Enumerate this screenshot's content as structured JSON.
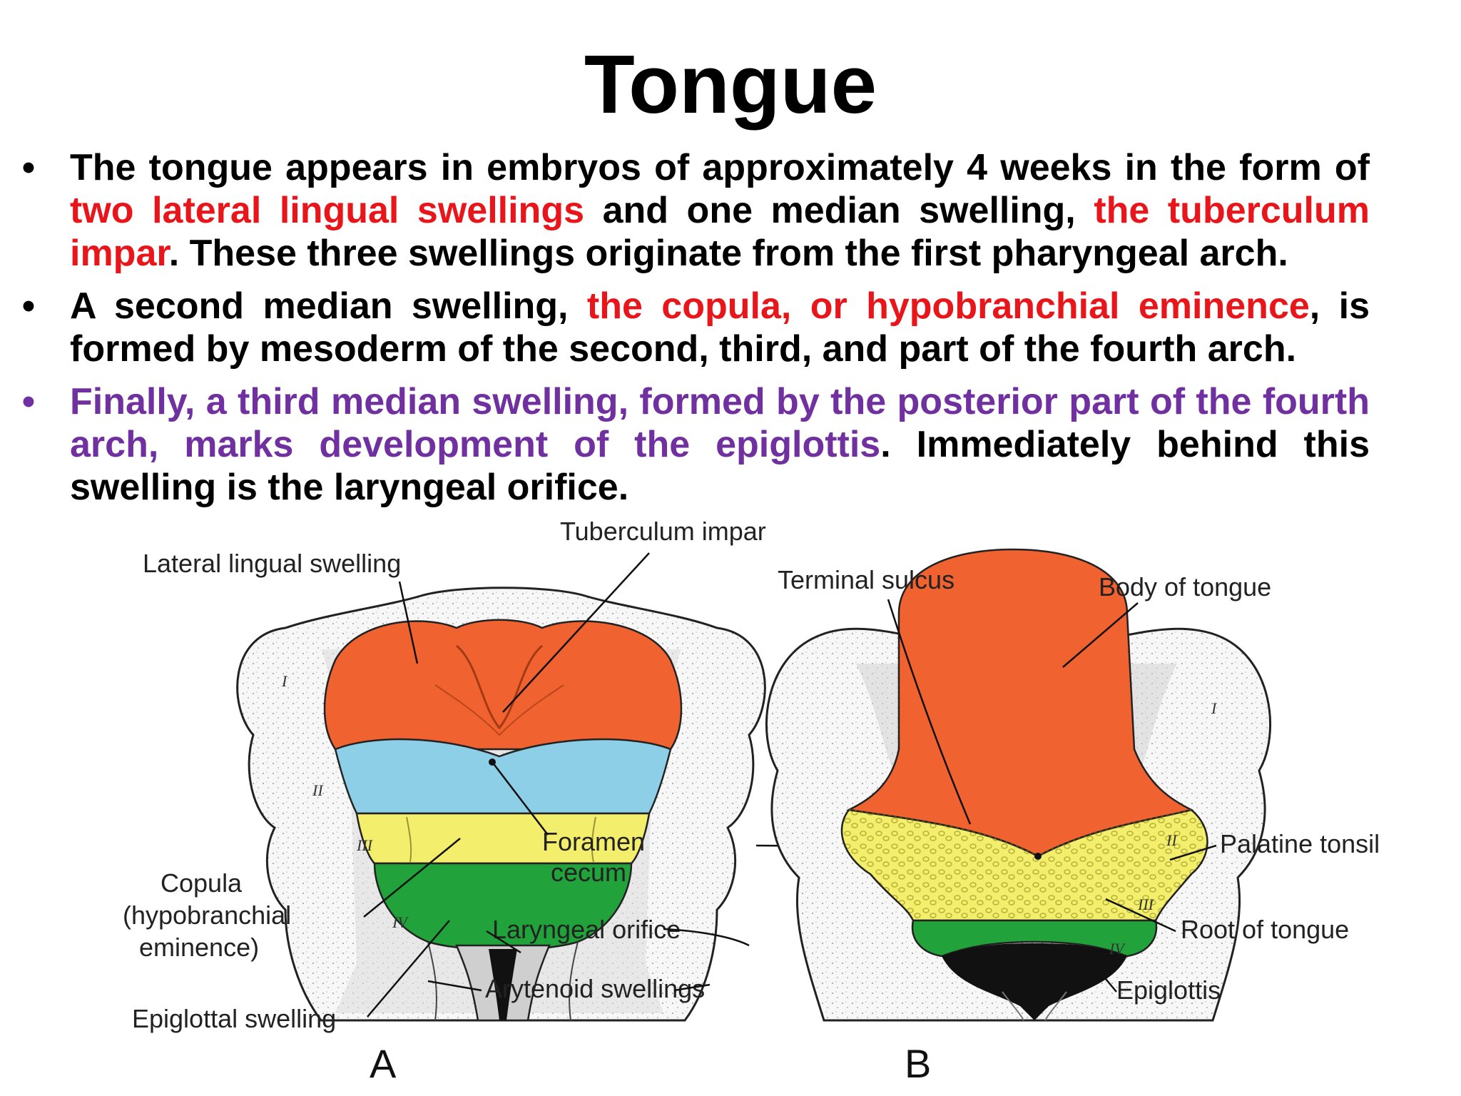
{
  "title": "Tongue",
  "bullets": [
    {
      "parts": [
        {
          "text": "The tongue appears in embryos of approximately 4 weeks in the form of ",
          "style": "normal"
        },
        {
          "text": "two lateral lingual swellings",
          "style": "red"
        },
        {
          "text": " and one median swelling, ",
          "style": "normal"
        },
        {
          "text": "the tuberculum impar",
          "style": "red"
        },
        {
          "text": ". These three swellings originate from the first pharyngeal arch.",
          "style": "normal"
        }
      ]
    },
    {
      "parts": [
        {
          "text": "A second median swelling, ",
          "style": "normal"
        },
        {
          "text": "the copula, or hypobranchial eminence",
          "style": "red"
        },
        {
          "text": ", is formed by mesoderm of the second, third, and part of the fourth arch.",
          "style": "normal"
        }
      ]
    },
    {
      "parts": [
        {
          "text": "Finally, a third median swelling, formed by the posterior part of the fourth arch, marks development of the epiglottis",
          "style": "purple"
        },
        {
          "text": ". Immediately behind this swelling is the laryngeal orifice.",
          "style": "normal"
        }
      ]
    }
  ],
  "figure": {
    "labels": {
      "lateral_lingual_swelling": "Lateral lingual swelling",
      "tuberculum_impar": "Tuberculum impar",
      "terminal_sulcus": "Terminal sulcus",
      "body_of_tongue": "Body of tongue",
      "foramen": "Foramen",
      "cecum": "cecum",
      "palatine_tonsil": "Palatine tonsil",
      "copula_1": "Copula",
      "copula_2": "(hypobranchial",
      "copula_3": "eminence)",
      "laryngeal_orifice": "Laryngeal orifice",
      "root_of_tongue": "Root of tongue",
      "arytenoid_swellings": "Arytenoid swellings",
      "epiglottis": "Epiglottis",
      "epiglottal_swelling": "Epiglottal swelling"
    },
    "panels": {
      "a": "A",
      "b": "B"
    },
    "roman": {
      "i": "I",
      "ii": "II",
      "iii": "III",
      "iv": "IV"
    },
    "colors": {
      "first_arch_swellings": "#f06230",
      "copula": "#8ecfe8",
      "third_arch": "#f3ee6b",
      "epiglottis": "#22a23a",
      "orifice": "#111111",
      "tissue": "#f4f4f4",
      "red_text": "#e8161b",
      "purple_text": "#7030a0"
    }
  }
}
